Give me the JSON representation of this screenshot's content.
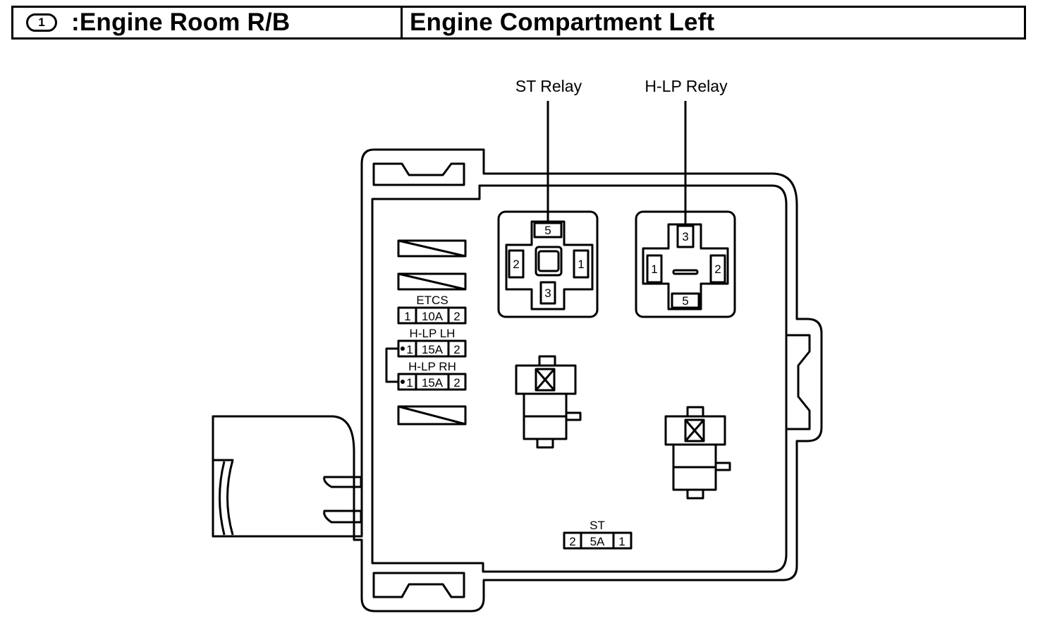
{
  "header": {
    "connector_id": "1",
    "title_prefix": ": ",
    "title": "Engine Room R/B",
    "location": "Engine Compartment Left"
  },
  "relays": [
    {
      "name": "ST Relay",
      "terminals": {
        "top": "5",
        "left": "2",
        "right": "1",
        "bottom": "3"
      }
    },
    {
      "name": "H-LP Relay",
      "terminals": {
        "top": "3",
        "left": "1",
        "right": "2",
        "bottom": "5"
      }
    }
  ],
  "fuses": [
    {
      "name": "ETCS",
      "left": "1",
      "rating": "10A",
      "right": "2"
    },
    {
      "name": "H-LP LH",
      "left": "1",
      "rating": "15A",
      "right": "2"
    },
    {
      "name": "H-LP RH",
      "left": "1",
      "rating": "15A",
      "right": "2"
    },
    {
      "name": "ST",
      "left": "2",
      "rating": "5A",
      "right": "1"
    }
  ]
}
